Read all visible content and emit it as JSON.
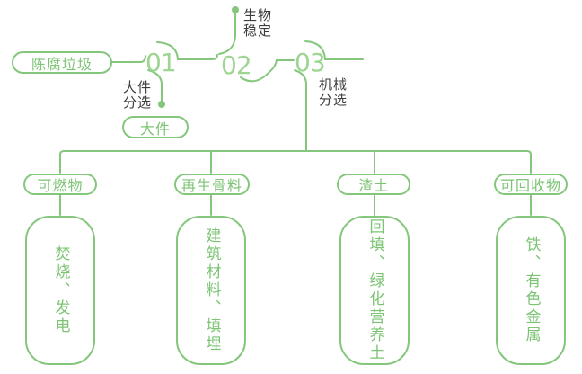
{
  "palette": {
    "line_green": "#84C77C",
    "number_green": "#9ED593",
    "node_text_green": "#7CC474",
    "label_dark": "#3C3C3C",
    "background": "#FFFFFF"
  },
  "flow": {
    "source": {
      "label": "陈腐垃圾"
    },
    "steps": [
      {
        "number": "01",
        "process": "大件\n分选",
        "output": "大件"
      },
      {
        "number": "02",
        "process": "生物\n稳定"
      },
      {
        "number": "03",
        "process": "机械\n分选"
      }
    ]
  },
  "branches": [
    {
      "category": "可燃物",
      "use": "焚烧、发电"
    },
    {
      "category": "再生骨料",
      "use": "建筑材料、填埋"
    },
    {
      "category": "渣土",
      "use": "回填、绿化营养土"
    },
    {
      "category": "可回收物",
      "use": "铁、有色金属"
    }
  ]
}
